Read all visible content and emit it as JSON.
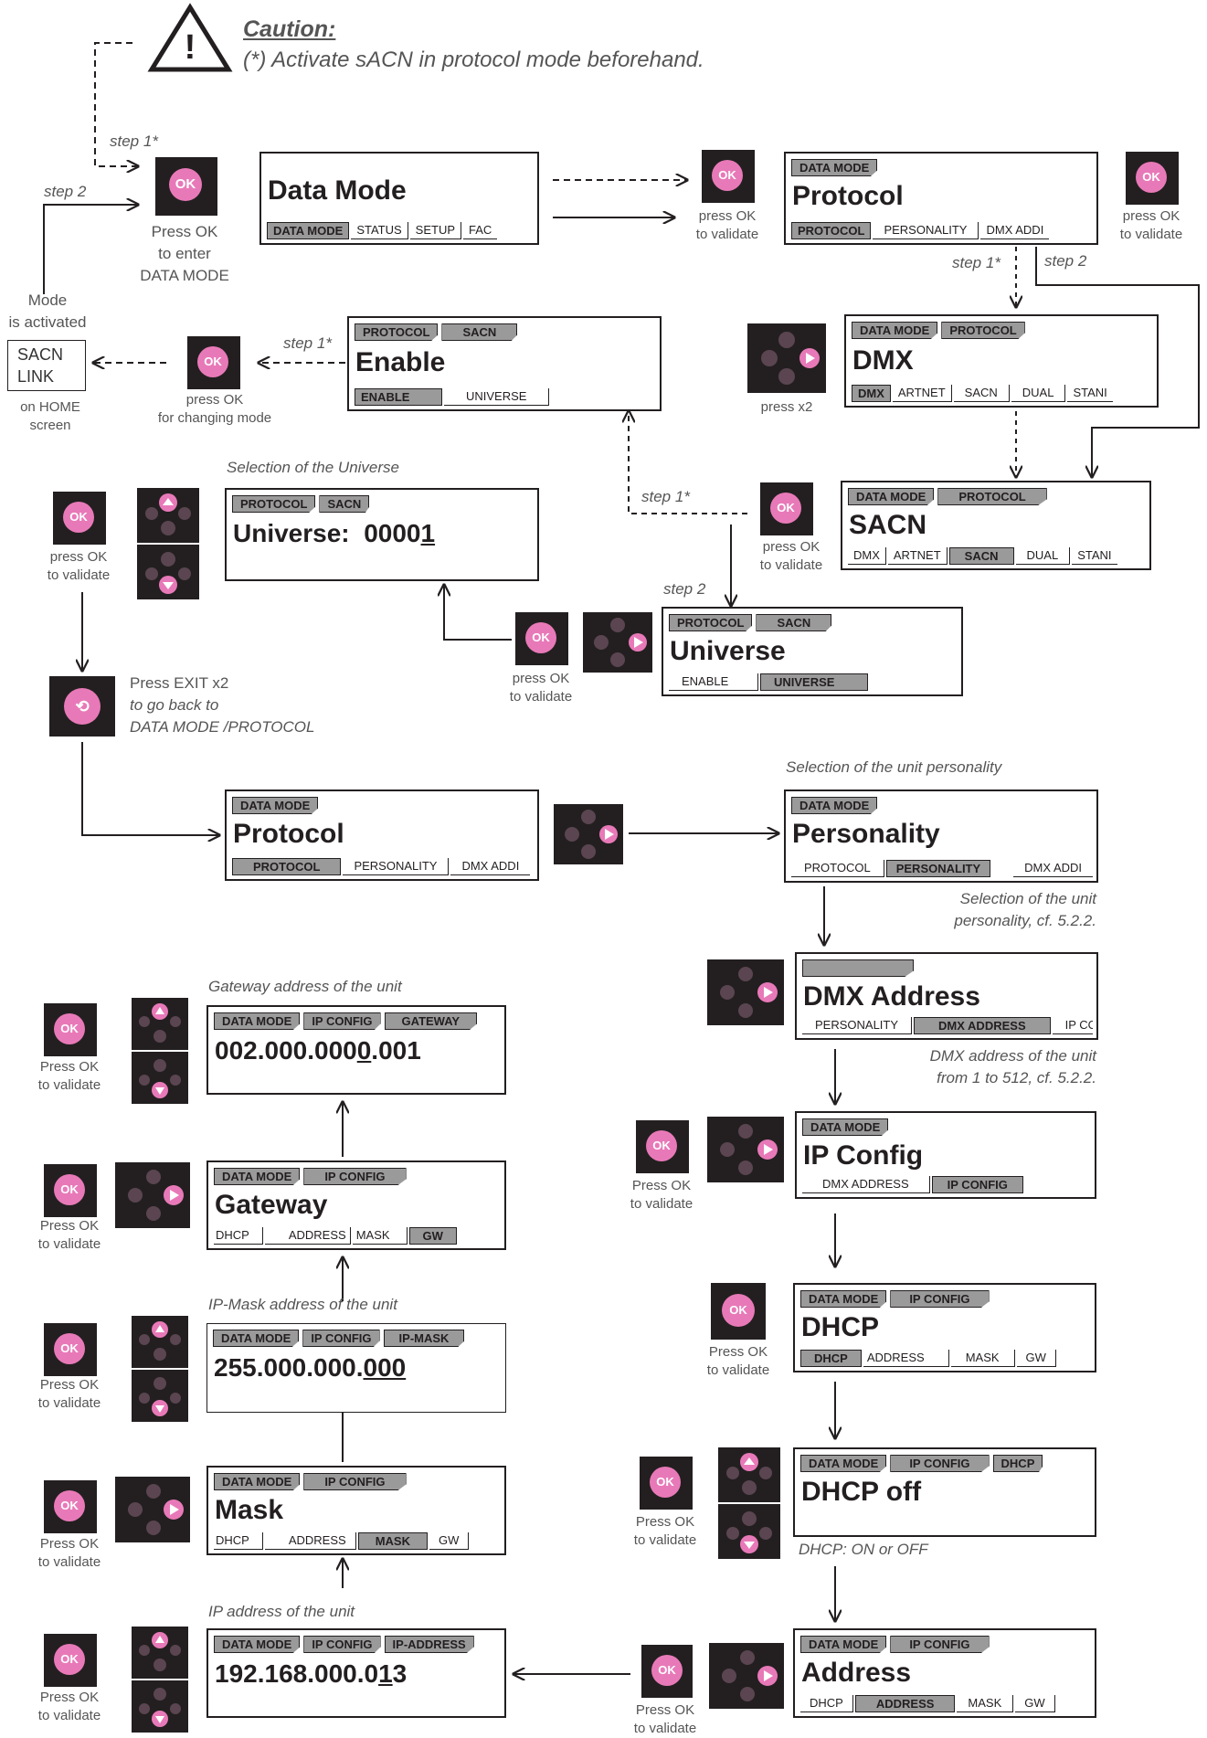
{
  "caution": {
    "title": "Caution:",
    "text": "(*) Activate sACN in protocol mode beforehand."
  },
  "steps": {
    "s1": "step 1",
    "s2": "step 2",
    "star": "*"
  },
  "ok_label": "OK",
  "labels": {
    "press_ok_enter": [
      "Press OK",
      "to enter",
      "DATA MODE"
    ],
    "mode_activated": [
      "Mode",
      "is activated"
    ],
    "sacn_link": [
      "SACN",
      "LINK"
    ],
    "on_home": [
      "on HOME",
      "screen"
    ],
    "press_ok_validate": [
      "press OK",
      "to validate"
    ],
    "press_ok_changing": [
      "press OK",
      "for changing mode"
    ],
    "press_x2": "press x2",
    "press_exit": [
      "Press EXIT x2",
      "to go back to",
      "DATA MODE /PROTOCOL"
    ],
    "Press_ok_validate": [
      "Press OK",
      "to validate"
    ]
  },
  "notes": {
    "sel_universe": "Selection of the Universe",
    "sel_personality": "Selection of the unit personality",
    "sel_personality_cf": [
      "Selection of the unit",
      "personality, cf. 5.2.2."
    ],
    "dmx_addr_note": [
      "DMX address of the unit",
      "from 1 to 512, cf. 5.2.2."
    ],
    "gateway_note": "Gateway address of the unit",
    "ipmask_note": "IP-Mask address of the unit",
    "ipaddr_note": "IP address of the unit",
    "dhcp_note": "DHCP: ON or OFF"
  },
  "panels": {
    "datamode": {
      "title": "Data Mode",
      "tabs": [
        "DATA MODE",
        "STATUS",
        "SETUP",
        "FAC"
      ]
    },
    "protocol1": {
      "tags": [
        "DATA MODE"
      ],
      "title": "Protocol",
      "tabs": [
        "PROTOCOL",
        "PERSONALITY",
        "DMX ADDI"
      ]
    },
    "enable": {
      "tags": [
        "PROTOCOL",
        "SACN"
      ],
      "title": "Enable",
      "tabs": [
        "ENABLE",
        "UNIVERSE"
      ]
    },
    "dmx": {
      "tags": [
        "DATA MODE",
        "PROTOCOL"
      ],
      "title": "DMX",
      "tabs": [
        "DMX",
        "ARTNET",
        "SACN",
        "DUAL",
        "STANI"
      ]
    },
    "sacn": {
      "tags": [
        "DATA MODE",
        "PROTOCOL"
      ],
      "title": "SACN",
      "tabs": [
        "DMX",
        "ARTNET",
        "SACN",
        "DUAL",
        "STANI"
      ]
    },
    "universe_val": {
      "tags": [
        "PROTOCOL",
        "SACN"
      ],
      "label": "Universe:",
      "value": "0000",
      "last": "1"
    },
    "universe": {
      "tags": [
        "PROTOCOL",
        "SACN"
      ],
      "title": "Universe",
      "tabs": [
        "ENABLE",
        "UNIVERSE"
      ]
    },
    "protocol2": {
      "tags": [
        "DATA MODE"
      ],
      "title": "Protocol",
      "tabs": [
        "PROTOCOL",
        "PERSONALITY",
        "DMX ADDI"
      ]
    },
    "personality": {
      "tags": [
        "DATA MODE"
      ],
      "title": "Personality",
      "tabs": [
        "PROTOCOL",
        "PERSONALITY",
        "DMX ADDI"
      ]
    },
    "dmxaddress": {
      "tags": [
        ""
      ],
      "title": "DMX Address",
      "tabs": [
        "PERSONALITY",
        "DMX ADDRESS",
        "IP CO"
      ]
    },
    "ipconfig": {
      "tags": [
        "DATA MODE"
      ],
      "title": "IP Config",
      "tabs": [
        "DMX ADDRESS",
        "IP CONFIG"
      ]
    },
    "dhcp": {
      "tags": [
        "DATA MODE",
        "IP CONFIG"
      ],
      "title": "DHCP",
      "tabs": [
        "DHCP",
        "ADDRESS",
        "MASK",
        "GW"
      ]
    },
    "dhcpoff": {
      "tags": [
        "DATA MODE",
        "IP CONFIG",
        "DHCP"
      ],
      "title": "DHCP off"
    },
    "address": {
      "tags": [
        "DATA MODE",
        "IP CONFIG"
      ],
      "title": "Address",
      "tabs": [
        "DHCP",
        "ADDRESS",
        "MASK",
        "GW"
      ]
    },
    "ipaddr_val": {
      "tags": [
        "DATA MODE",
        "IP CONFIG",
        "IP-ADDRESS"
      ],
      "pre": "192.168.000.0",
      "u": "1",
      "post": "3"
    },
    "mask": {
      "tags": [
        "DATA MODE",
        "IP CONFIG"
      ],
      "title": "Mask",
      "tabs": [
        "DHCP",
        "ADDRESS",
        "MASK",
        "GW"
      ]
    },
    "ipmask_val": {
      "tags": [
        "DATA MODE",
        "IP CONFIG",
        "IP-MASK"
      ],
      "pre": "255.000.000.",
      "u": "000",
      "post": ""
    },
    "gateway": {
      "tags": [
        "DATA MODE",
        "IP CONFIG"
      ],
      "title": "Gateway",
      "tabs": [
        "DHCP",
        "ADDRESS",
        "MASK",
        "GW"
      ]
    },
    "gateway_val": {
      "tags": [
        "DATA MODE",
        "IP CONFIG",
        "GATEWAY"
      ],
      "pre": "002.000.000",
      "u": "0",
      "post": ".001"
    }
  }
}
